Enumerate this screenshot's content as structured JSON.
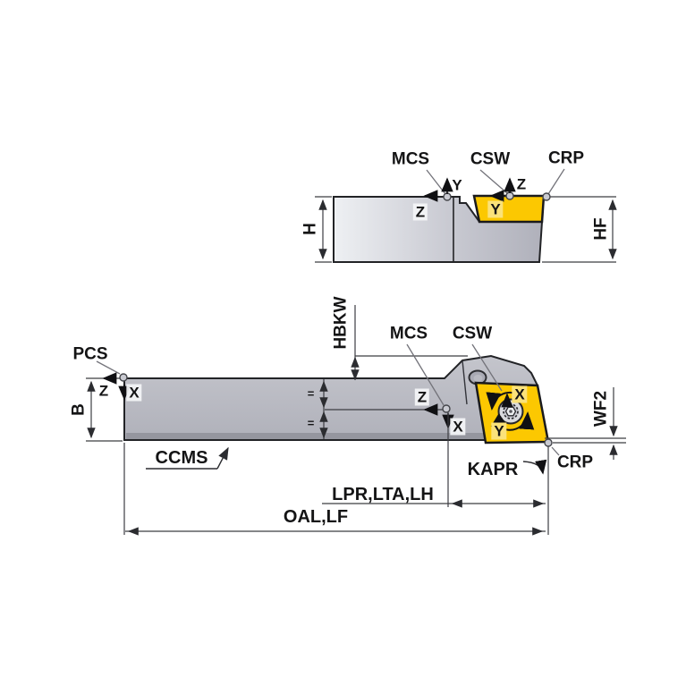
{
  "side_view": {
    "mcs_label": "MCS",
    "csw_label": "CSW",
    "crp_label": "CRP",
    "height_label": "H",
    "head_height_label": "HF",
    "mcs_axis_up": "Y",
    "mcs_axis_left": "Z",
    "csw_axis_up": "Z",
    "csw_axis_left": "Y"
  },
  "top_view": {
    "pcs_label": "PCS",
    "pcs_axis_left": "Z",
    "pcs_axis_down": "X",
    "width_label": "B",
    "hbkw_label": "HBKW",
    "mcs_label": "MCS",
    "csw_label": "CSW",
    "mcs_axis_left": "Z",
    "mcs_axis_down": "X",
    "insert_axis_up": "X",
    "insert_axis_left": "Y",
    "ccms_label": "CCMS",
    "kapr_label": "KAPR",
    "crp_label": "CRP",
    "wf2_label": "WF2",
    "lpr_label": "LPR,LTA,LH",
    "oal_label": "OAL,LF",
    "equal_mark": "="
  },
  "colors": {
    "insert_yellow": "#fcc801",
    "body_gray": "#b6b7c1",
    "outline": "#222326",
    "dimension": "#3c3d42",
    "leader": "#73737a"
  }
}
